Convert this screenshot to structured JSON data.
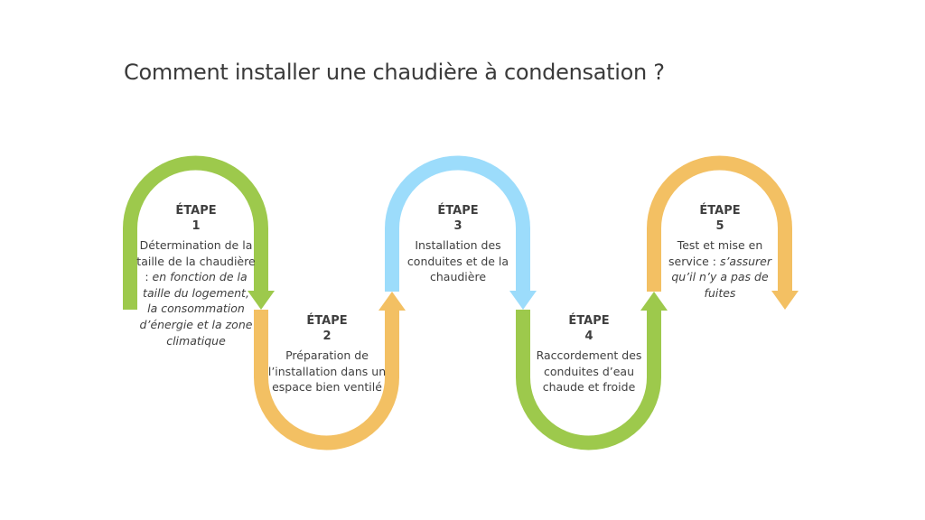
{
  "title": "Comment installer une chaudière à condensation ?",
  "colors": {
    "green": "#9dc94c",
    "orange": "#f3c063",
    "blue": "#9cdcfb",
    "text": "#3f3f3f"
  },
  "steps": [
    {
      "label": "ÉTAPE",
      "number": "1",
      "text": "Détermination de la taille de la chaudière : ",
      "italic": "en fonction de la taille du logement, la consommation d’énergie et la zone climatique",
      "color": "green",
      "arrow": "down-arrow"
    },
    {
      "label": "ÉTAPE",
      "number": "2",
      "text": "Préparation de l’installation dans un espace bien ventilé",
      "italic": "",
      "color": "orange",
      "arrow": "up-arrow"
    },
    {
      "label": "ÉTAPE",
      "number": "3",
      "text": "Installation des conduites et de la chaudière",
      "italic": "",
      "color": "blue",
      "arrow": "down-arrow"
    },
    {
      "label": "ÉTAPE",
      "number": "4",
      "text": "Raccordement des conduites d’eau chaude et froide",
      "italic": "",
      "color": "green",
      "arrow": "up-arrow"
    },
    {
      "label": "ÉTAPE",
      "number": "5",
      "text": "Test et mise en service : ",
      "italic": "s’assurer qu’il n’y a pas de fuites",
      "color": "orange",
      "arrow": "down-arrow"
    }
  ]
}
